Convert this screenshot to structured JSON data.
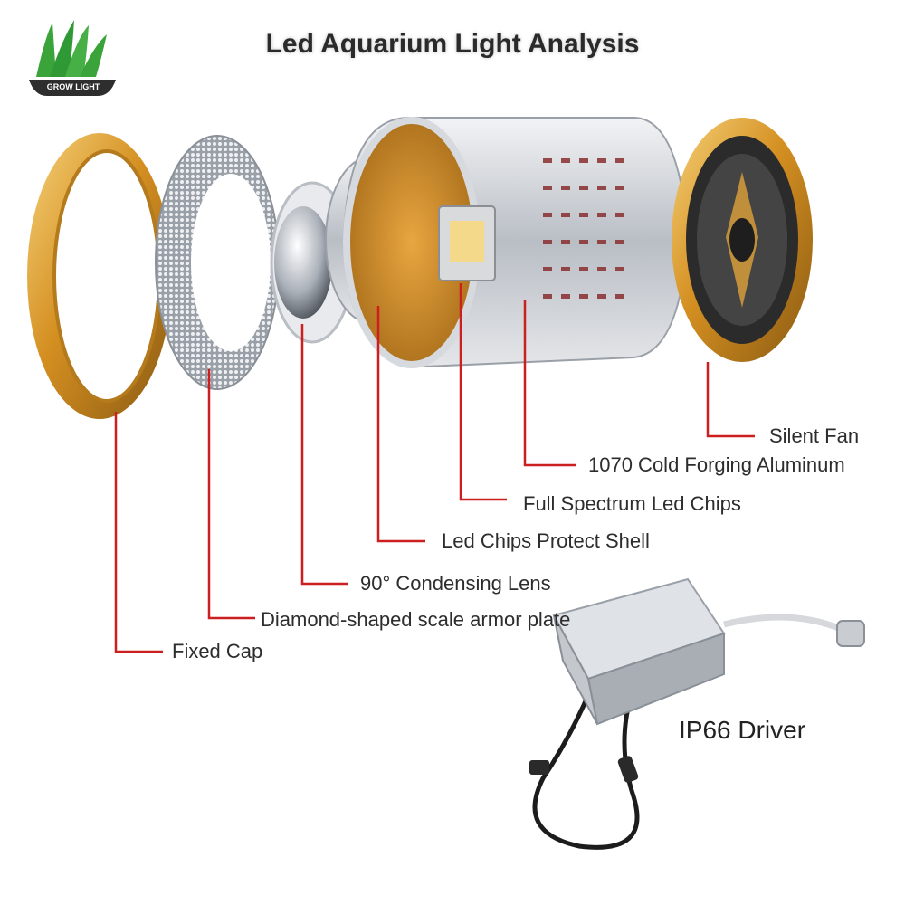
{
  "title": "Led Aquarium Light Analysis",
  "logo": {
    "text": "GROW LIGHT"
  },
  "labels": {
    "silent_fan": "Silent Fan",
    "aluminum": "1070 Cold Forging Aluminum",
    "led_chips": "Full Spectrum Led Chips",
    "protect_shell": "Led Chips Protect Shell",
    "lens": "90° Condensing Lens",
    "armor_plate": "Diamond-shaped scale armor plate",
    "fixed_cap": "Fixed Cap",
    "driver": "IP66 Driver"
  },
  "colors": {
    "leader_line": "#cc1f1f",
    "gold": "#e0a23a",
    "silver": "#c9cdd2",
    "logo_green": "#3aa43a"
  }
}
